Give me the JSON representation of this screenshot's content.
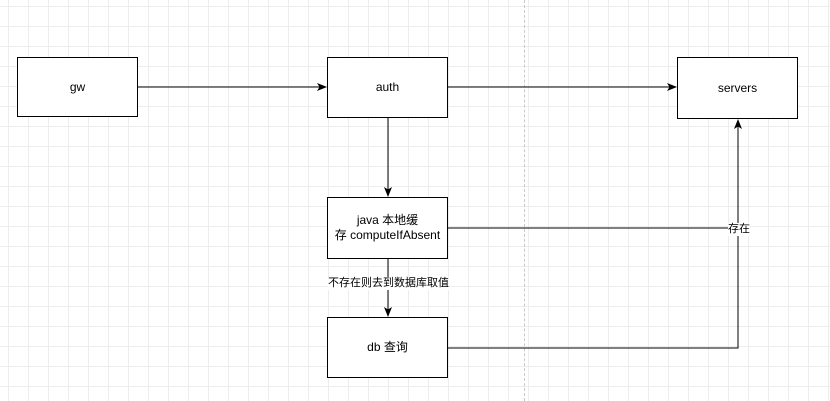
{
  "nodes": {
    "gw": "gw",
    "auth": "auth",
    "servers": "servers",
    "cache": "java 本地缓\n存 computeIfAbsent",
    "db": "db 查询"
  },
  "edge_labels": {
    "cache_miss": "不存在则去到数据库取值",
    "cache_hit": "存在"
  },
  "colors": {
    "stroke": "#000000",
    "grid": "#ededed",
    "page_break": "#c8c8c8"
  }
}
